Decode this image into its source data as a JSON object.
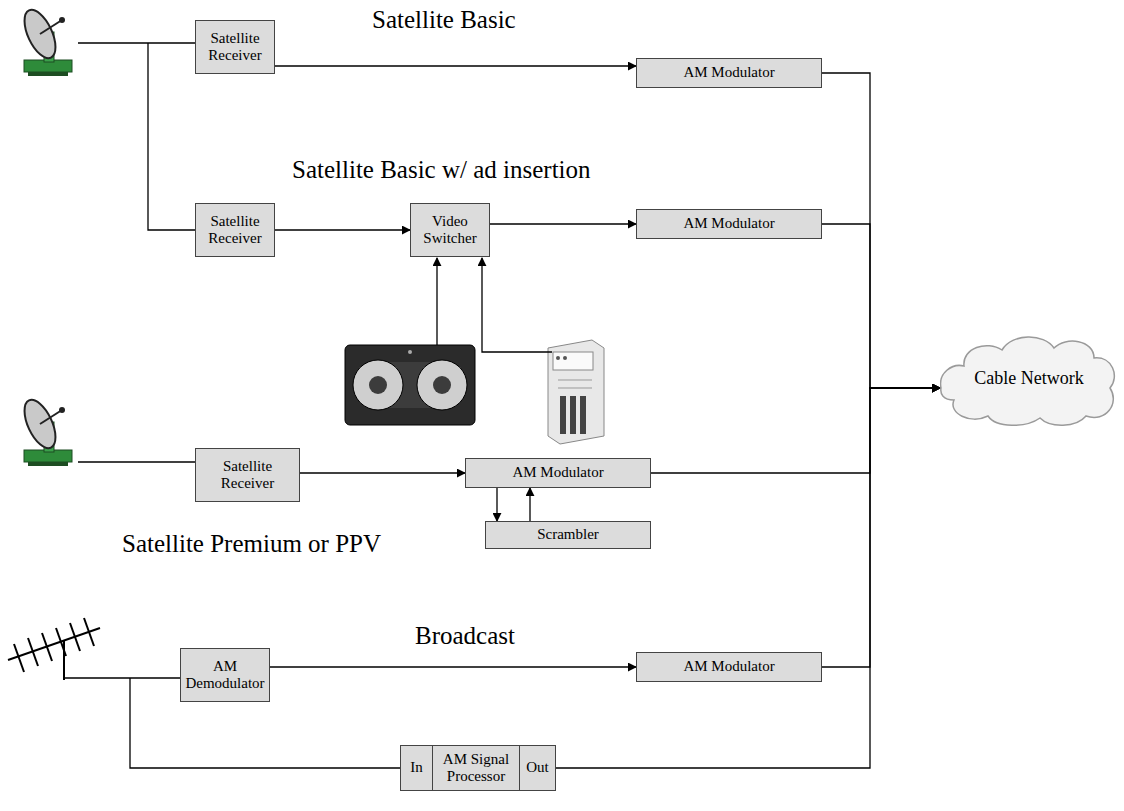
{
  "diagram": {
    "nodes": [
      {
        "text": [
          "Satellite Receiver"
        ]
      },
      {
        "text": [
          "AM Modulator"
        ]
      },
      {
        "text": [
          "Satellite Receiver"
        ]
      },
      {
        "text": [
          "Video Switcher"
        ]
      },
      {
        "text": [
          "AM Modulator"
        ]
      },
      {
        "text": [
          "Satellite Receiver"
        ]
      },
      {
        "text": [
          "AM Modulator"
        ]
      },
      {
        "text": [
          "Scrambler"
        ]
      },
      {
        "text": [
          "AM Demodulator"
        ]
      },
      {
        "text": [
          "AM Modulator"
        ]
      },
      {
        "text": [
          "AM Signal Processor"
        ]
      },
      {
        "text": [
          "In"
        ],
        "in": 10
      },
      {
        "text": [
          "Out"
        ],
        "in": 10
      },
      {
        "text": [
          "Cable Network"
        ]
      }
    ],
    "edges": [
      {
        "from": 0,
        "to": 1,
        "arrow": "to"
      },
      {
        "from": 2,
        "to": 3,
        "arrow": "to"
      },
      {
        "from": 3,
        "to": 4,
        "arrow": "to"
      },
      {
        "from": 5,
        "to": 6,
        "arrow": "to"
      },
      {
        "from": 6,
        "to": 7,
        "arrow": "to"
      },
      {
        "from": 7,
        "to": 6,
        "arrow": "to"
      },
      {
        "from": 8,
        "to": 9,
        "arrow": "to"
      },
      {
        "from": 1,
        "to": 13,
        "arrow": "to"
      },
      {
        "from": 4,
        "to": 13,
        "arrow": "to"
      },
      {
        "from": 6,
        "to": 13,
        "arrow": "to"
      },
      {
        "from": 9,
        "to": 13,
        "arrow": "to"
      },
      {
        "from": 12,
        "to": 13,
        "arrow": "to"
      }
    ],
    "labels": [
      "Satellite Basic",
      "Satellite Basic w/ ad insertion",
      "Satellite Premium or PPV",
      "Broadcast"
    ]
  }
}
